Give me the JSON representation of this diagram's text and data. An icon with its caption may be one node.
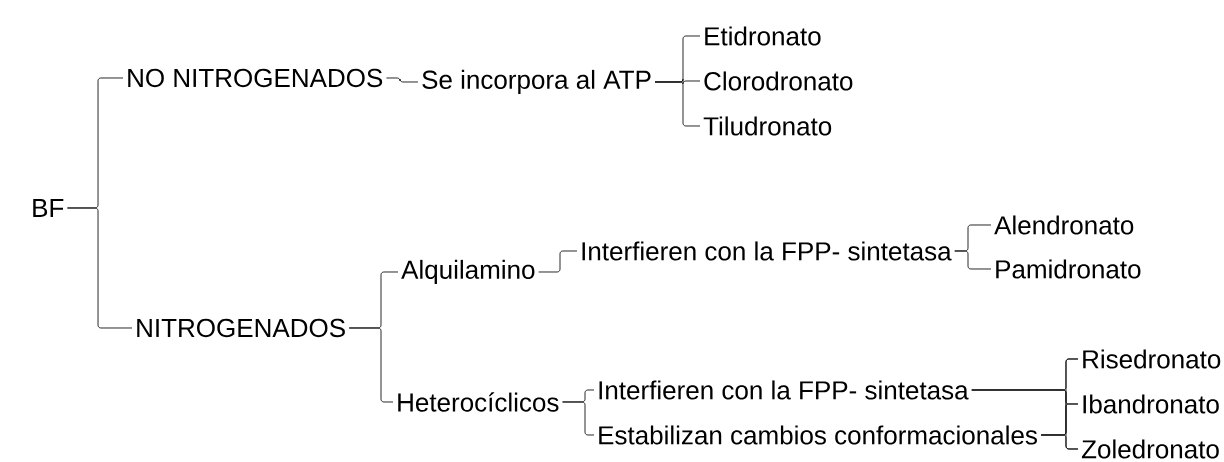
{
  "diagram": {
    "nodes": [
      {
        "text": [
          "BF"
        ]
      },
      {
        "text": [
          "NO NITROGENADOS"
        ]
      },
      {
        "text": [
          "NITROGENADOS"
        ]
      },
      {
        "text": [
          "Se incorpora al ATP"
        ]
      },
      {
        "text": [
          "Etidronato"
        ]
      },
      {
        "text": [
          "Clorodronato"
        ]
      },
      {
        "text": [
          "Tiludronato"
        ]
      },
      {
        "text": [
          "Alquilamino"
        ]
      },
      {
        "text": [
          "Interfieren con la FPP- sintetasa"
        ]
      },
      {
        "text": [
          "Alendronato"
        ]
      },
      {
        "text": [
          "Pamidronato"
        ]
      },
      {
        "text": [
          "Heterocíclicos"
        ]
      },
      {
        "text": [
          "Interfieren con la FPP- sintetasa"
        ]
      },
      {
        "text": [
          "Estabilizan cambios conformacionales"
        ]
      },
      {
        "text": [
          "Risedronato"
        ]
      },
      {
        "text": [
          "Ibandronato"
        ]
      },
      {
        "text": [
          "Zoledronato"
        ]
      }
    ],
    "edges": [
      {
        "from": 0,
        "to": 1,
        "arrow": "none"
      },
      {
        "from": 0,
        "to": 2,
        "arrow": "none"
      },
      {
        "from": 1,
        "to": 3,
        "arrow": "none"
      },
      {
        "from": 3,
        "to": 4,
        "arrow": "none"
      },
      {
        "from": 3,
        "to": 5,
        "arrow": "none"
      },
      {
        "from": 3,
        "to": 6,
        "arrow": "none"
      },
      {
        "from": 2,
        "to": 7,
        "arrow": "none"
      },
      {
        "from": 2,
        "to": 11,
        "arrow": "none"
      },
      {
        "from": 7,
        "to": 8,
        "arrow": "none"
      },
      {
        "from": 8,
        "to": 9,
        "arrow": "none"
      },
      {
        "from": 8,
        "to": 10,
        "arrow": "none"
      },
      {
        "from": 11,
        "to": 12,
        "arrow": "none"
      },
      {
        "from": 11,
        "to": 13,
        "arrow": "none"
      },
      {
        "from": 12,
        "to": 14,
        "arrow": "none"
      },
      {
        "from": 12,
        "to": 15,
        "arrow": "none"
      },
      {
        "from": 12,
        "to": 16,
        "arrow": "none"
      },
      {
        "from": 13,
        "to": 14,
        "arrow": "none"
      },
      {
        "from": 13,
        "to": 15,
        "arrow": "none"
      },
      {
        "from": 13,
        "to": 16,
        "arrow": "none"
      }
    ]
  }
}
